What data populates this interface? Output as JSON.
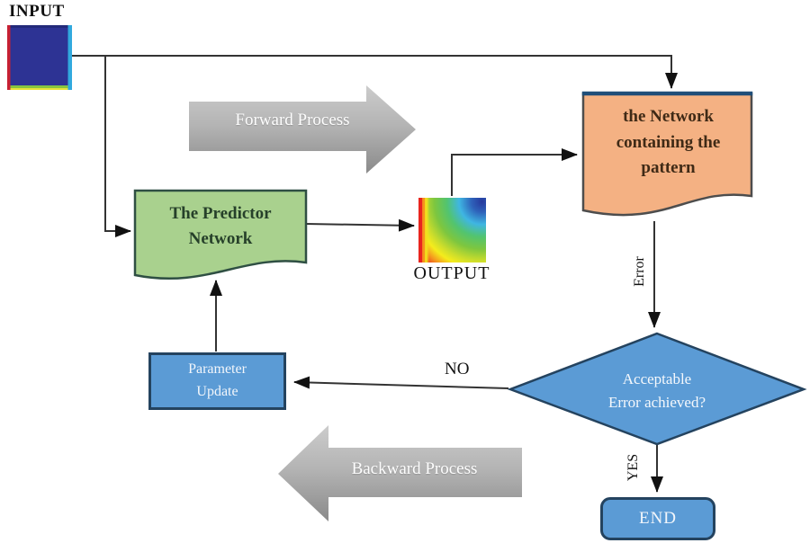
{
  "diagram": {
    "input": {
      "label": "INPUT"
    },
    "forward_arrow": {
      "label": "Forward Process"
    },
    "predictor_network": {
      "lines": [
        "The Predictor",
        "Network"
      ]
    },
    "output": {
      "label": "OUTPUT"
    },
    "pattern_network": {
      "lines": [
        "the Network",
        "containing the",
        "pattern"
      ]
    },
    "error_edge": {
      "label": "Error"
    },
    "decision": {
      "lines": [
        "Acceptable",
        "Error achieved?"
      ]
    },
    "no_edge": {
      "label": "NO"
    },
    "parameter_update": {
      "lines": [
        "Parameter",
        "Update"
      ]
    },
    "backward_arrow": {
      "label": "Backward Process"
    },
    "yes_edge": {
      "label": "YES"
    },
    "end": {
      "label": "END"
    },
    "colors": {
      "node_blue_fill": "#5b9bd5",
      "node_blue_border": "#24435f",
      "predictor_green_fill": "#a9d18e",
      "predictor_green_border": "#2f4f43",
      "pattern_orange_fill": "#f4b183",
      "pattern_orange_border": "#4d4d4d",
      "pattern_orange_top_edge": "#1f4e79",
      "process_arrow_gray_top": "#c9c9c9",
      "process_arrow_gray_bottom": "#8a8a8a",
      "connector_line": "#333333",
      "input_square_blue": "#2d3394",
      "output_colormap": "jet"
    }
  }
}
